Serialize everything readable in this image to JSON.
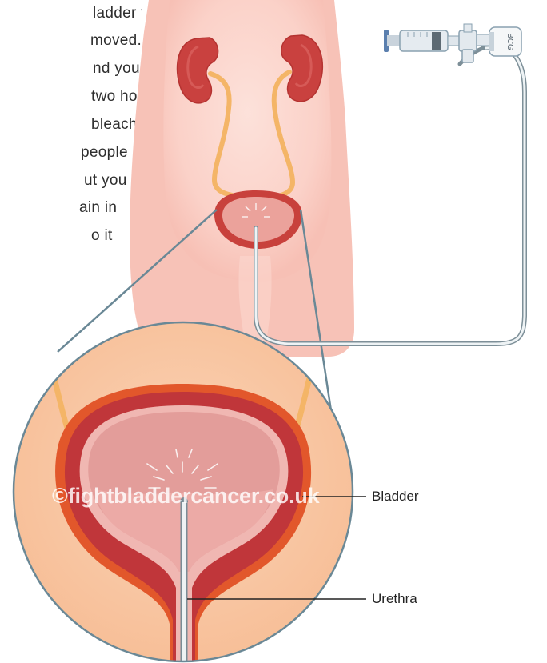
{
  "body_text_lines": [
    "ladder via",
    "moved.",
    "nd you",
    " two hours",
    " bleach",
    "people",
    "ut you",
    "ain in",
    "o it"
  ],
  "labels": {
    "bladder": "Bladder",
    "urethra": "Urethra"
  },
  "syringe_label": "BCG",
  "watermark": "©fightbladdercancer.co.uk",
  "colors": {
    "skin": "#f9c9c0",
    "skin_outer": "#f6b9ae",
    "kidney": "#c9413f",
    "ureter": "#f4b567",
    "bladder_wall": "#c43c39",
    "bladder_inner": "#e49a98",
    "catheter": "#6f8590",
    "zoom_fill": "#f9c5a3",
    "outline": "#6a8896"
  }
}
